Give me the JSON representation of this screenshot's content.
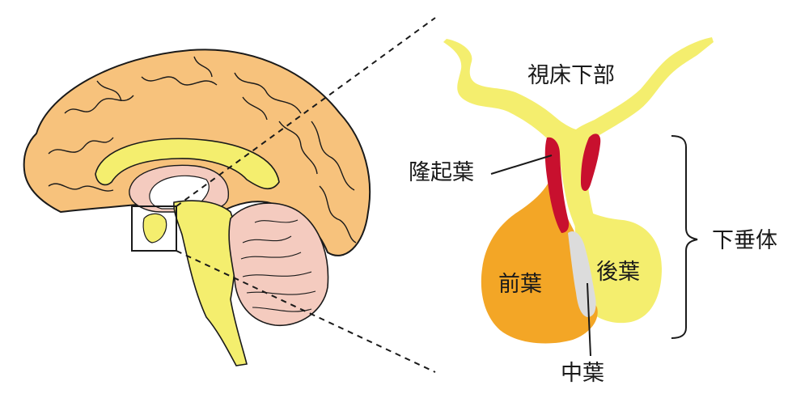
{
  "labels": {
    "hypothalamus": "視床下部",
    "infundibulum": "隆起葉",
    "pituitary": "下垂体",
    "anterior_lobe": "前葉",
    "posterior_lobe": "後葉",
    "intermediate_lobe": "中葉"
  },
  "colors": {
    "cortex": "#f7c27c",
    "cerebellum": "#f4cbbf",
    "brainstem": "#f4ee6e",
    "anterior": "#f3a626",
    "tuberal": "#c8102e",
    "intermediate": "#dcdcdc",
    "outline": "#1a1a1a"
  }
}
